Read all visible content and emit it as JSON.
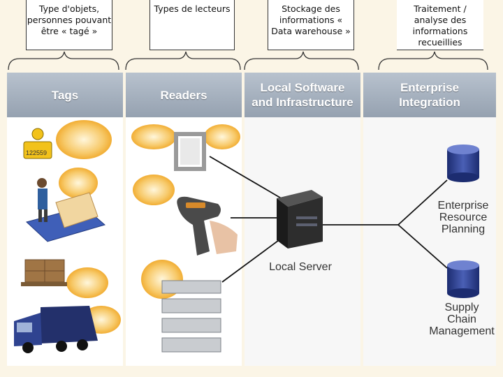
{
  "notes": [
    {
      "text": "Type d'objets, personnes pouvant être « tagé »"
    },
    {
      "text": "Types de lecteurs"
    },
    {
      "text": "Stockage des informations « Data warehouse »"
    },
    {
      "text": "Traitement / analyse des informations recueillies"
    }
  ],
  "columns": [
    {
      "title": "Tags"
    },
    {
      "title": "Readers"
    },
    {
      "title": "Local Software\nand Infrastructure"
    },
    {
      "title": "Enterprise\nIntegration"
    }
  ],
  "tag_number": "122559",
  "server_label": "Local Server",
  "erp_label": "Enterprise\nResource\nPlanning",
  "scm_label": "Supply\nChain\nManagement",
  "colors": {
    "header": "#9aa6b4",
    "signal": "#f5b637",
    "cylinder": "#2b3e8f"
  }
}
